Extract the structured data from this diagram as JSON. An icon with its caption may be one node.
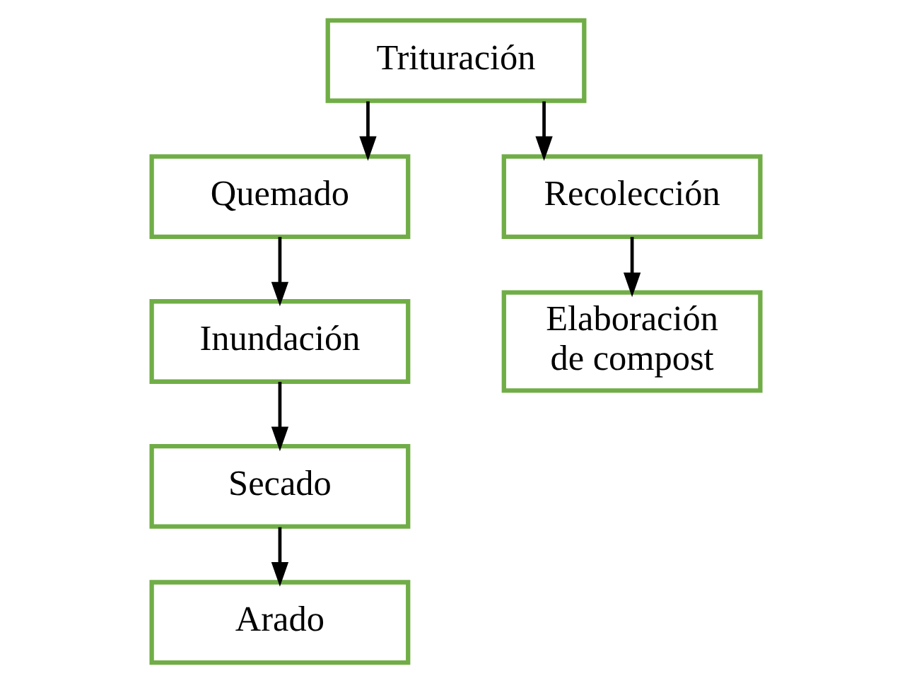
{
  "diagram": {
    "nodes": [
      {
        "text": [
          "Trituración"
        ]
      },
      {
        "text": [
          "Quemado"
        ]
      },
      {
        "text": [
          "Inundación"
        ]
      },
      {
        "text": [
          "Secado"
        ]
      },
      {
        "text": [
          "Arado"
        ]
      },
      {
        "text": [
          "Recolección"
        ]
      },
      {
        "text": [
          "Elaboración de compost"
        ]
      }
    ],
    "edges": [
      {
        "from": 0,
        "to": 1,
        "arrow": "to"
      },
      {
        "from": 0,
        "to": 5,
        "arrow": "to"
      },
      {
        "from": 1,
        "to": 2,
        "arrow": "to"
      },
      {
        "from": 2,
        "to": 3,
        "arrow": "to"
      },
      {
        "from": 3,
        "to": 4,
        "arrow": "to"
      },
      {
        "from": 5,
        "to": 6,
        "arrow": "to"
      }
    ]
  }
}
